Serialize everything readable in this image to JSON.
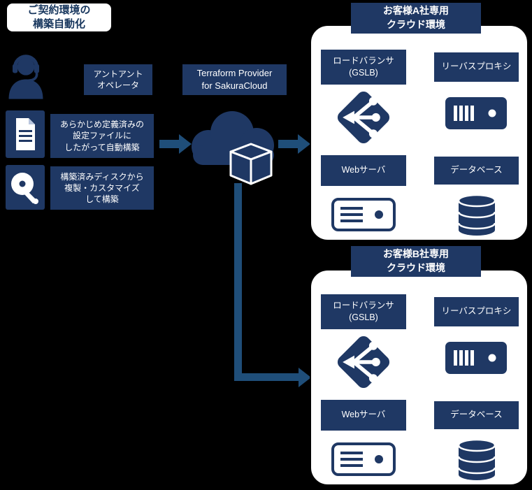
{
  "colors": {
    "navy": "#1f3864",
    "arrow": "#1f4e79",
    "background": "#000000",
    "card": "#ffffff"
  },
  "header": {
    "title": "ご契約環境の\n構築自動化"
  },
  "left_panel": {
    "operator": {
      "label": "アントアント\nオペレータ",
      "icon": "operator-icon"
    },
    "config": {
      "label": "あらかじめ定義済みの\n設定ファイルに\nしたがって自動構築",
      "icon": "config-file-icon"
    },
    "disk": {
      "label": "構築済みディスクから\n複製・カスタマイズ\nして構築",
      "icon": "disk-icon"
    }
  },
  "center": {
    "terraform": {
      "label": "Terraform Provider\nfor SakuraCloud",
      "icon": "cloud-cube-icon"
    }
  },
  "environments": [
    {
      "title": "お客様A社専用\nクラウド環境",
      "items": [
        {
          "label": "ロードバランサ\n(GSLB)",
          "icon": "load-balancer-icon"
        },
        {
          "label": "リーバスプロキシ",
          "icon": "reverse-proxy-icon"
        },
        {
          "label": "Webサーバ",
          "icon": "web-server-icon"
        },
        {
          "label": "データベース",
          "icon": "database-icon"
        }
      ]
    },
    {
      "title": "お客様B社専用\nクラウド環境",
      "items": [
        {
          "label": "ロードバランサ\n(GSLB)",
          "icon": "load-balancer-icon"
        },
        {
          "label": "リーバスプロキシ",
          "icon": "reverse-proxy-icon"
        },
        {
          "label": "Webサーバ",
          "icon": "web-server-icon"
        },
        {
          "label": "データベース",
          "icon": "database-icon"
        }
      ]
    }
  ]
}
